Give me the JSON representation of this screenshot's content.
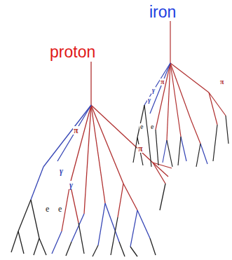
{
  "diagram": {
    "labels": [
      "iron",
      "proton",
      "π",
      "π",
      "γ",
      "γ",
      "e",
      "e",
      "π",
      "π",
      "γ",
      "γ",
      "e",
      "e"
    ]
  }
}
